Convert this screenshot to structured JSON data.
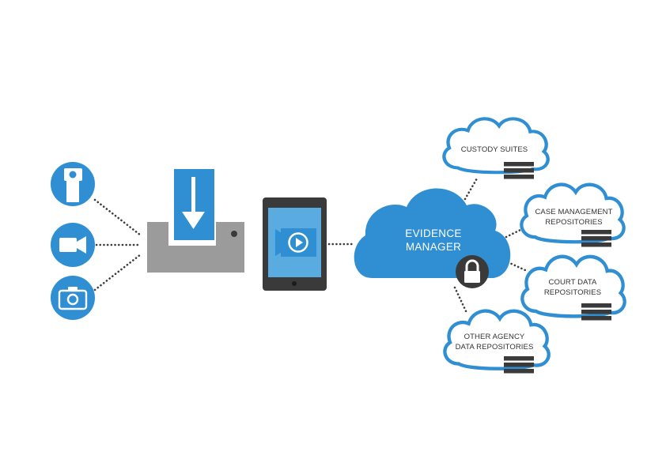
{
  "colors": {
    "primary_blue": "#2f8fd2",
    "light_blue": "#5aace0",
    "gray": "#9b9b9b",
    "dark_gray": "#3a3a3a",
    "connector": "#3d3d3d",
    "label_text": "#333333"
  },
  "devices": [
    {
      "name": "body-worn-camera",
      "icon": "body-camera-icon"
    },
    {
      "name": "video-camera",
      "icon": "video-camera-icon"
    },
    {
      "name": "photo-camera",
      "icon": "photo-camera-icon"
    }
  ],
  "dock": {
    "icon": "download-arrow-icon"
  },
  "tablet": {
    "icon": "video-play-icon"
  },
  "evidence_manager": {
    "line1": "EVIDENCE",
    "line2": "MANAGER",
    "icon": "padlock-icon"
  },
  "repositories": [
    {
      "line1": "CUSTODY SUITES",
      "line2": "",
      "icon": "database-icon"
    },
    {
      "line1": "CASE MANAGEMENT",
      "line2": "REPOSITORIES",
      "icon": "database-icon"
    },
    {
      "line1": "COURT DATA",
      "line2": "REPOSITORIES",
      "icon": "database-icon"
    },
    {
      "line1": "OTHER AGENCY",
      "line2": "DATA REPOSITORIES",
      "icon": "database-icon"
    }
  ]
}
